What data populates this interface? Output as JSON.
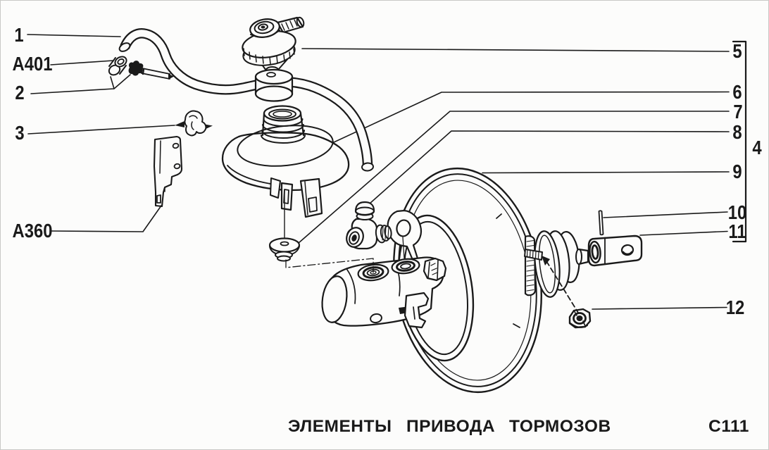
{
  "page": {
    "colors": {
      "ink": "#1a1a1a",
      "paper": "#fcfcfb",
      "frame": "#c9c9c6"
    }
  },
  "callouts": {
    "left": {
      "c1": "1",
      "a401": "A401",
      "c2": "2",
      "c3": "3",
      "a360": "A360"
    },
    "right": {
      "c4": "4",
      "c5": "5",
      "c6": "6",
      "c7": "7",
      "c8": "8",
      "c9": "9",
      "c10": "10",
      "c11": "11",
      "c12": "12"
    }
  },
  "caption": {
    "words": [
      "ЭЛЕМЕНТЫ",
      "ПРИВОДА",
      "ТОРМОЗОВ"
    ],
    "code": "C111"
  }
}
